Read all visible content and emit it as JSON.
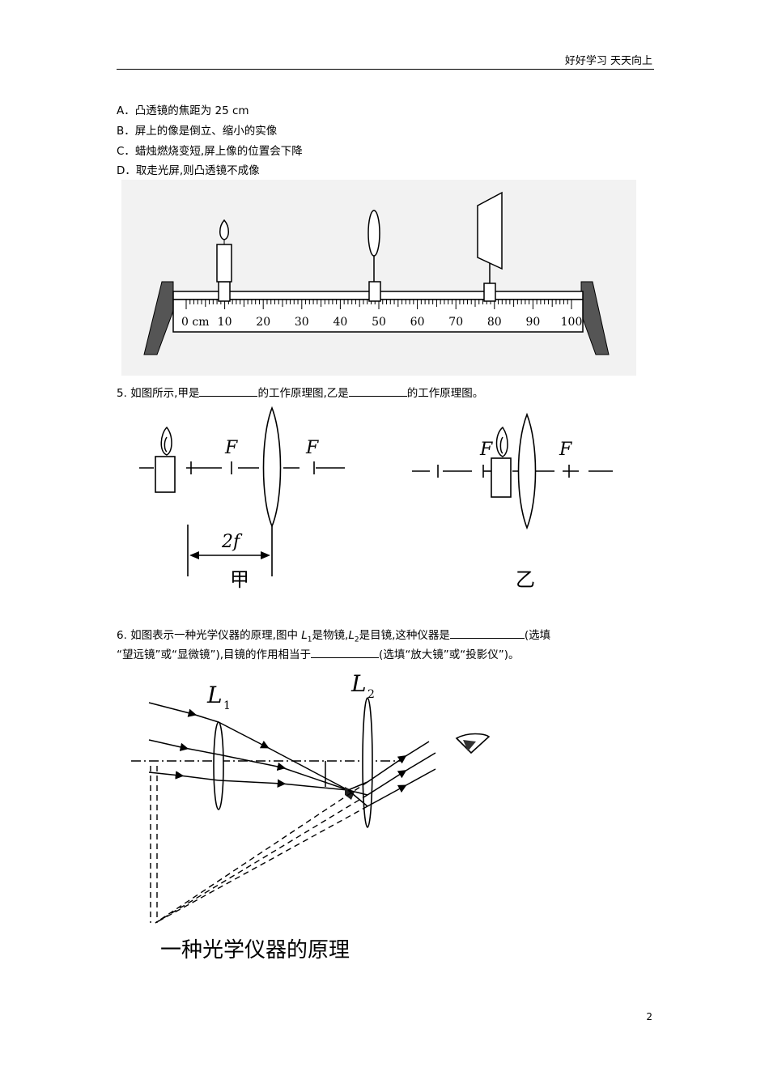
{
  "header": {
    "text": "好好学习 天天向上"
  },
  "q4_options": [
    "A．凸透镜的焦距为 25 cm",
    "B．屏上的像是倒立、缩小的实像",
    "C．蜡烛燃烧变短,屏上像的位置会下降",
    "D．取走光屏,则凸透镜不成像"
  ],
  "bench": {
    "zero_label": "0 cm",
    "ticks": [
      "10",
      "20",
      "30",
      "40",
      "50",
      "60",
      "70",
      "80",
      "90",
      "100"
    ]
  },
  "q5": {
    "prefix": "5. 如图所示,甲是",
    "middle": "的工作原理图,乙是",
    "suffix": "的工作原理图。",
    "fig_jia": {
      "focus_left": "F",
      "focus_right": "F",
      "distance": "2f",
      "caption": "甲"
    },
    "fig_yi": {
      "focus_left": "F",
      "focus_right": "F",
      "caption": "乙"
    }
  },
  "q6": {
    "line1_a": "6. 如图表示一种光学仪器的原理,图中",
    "l1_letter": "L",
    "l1_sub": "1",
    "line1_b": "是物镜,",
    "l2_letter": "L",
    "l2_sub": "2",
    "line1_c": "是目镜,这种仪器是",
    "line1_d": "(选填",
    "line2_a": "“望远镜”或“显微镜”),目镜的作用相当于",
    "line2_b": "(选填“放大镜”或“投影仪”)。",
    "fig": {
      "l1_label": "L",
      "l1_sub": "1",
      "l2_label": "L",
      "l2_sub": "2",
      "caption": "一种光学仪器的原理"
    }
  },
  "page_number": "2"
}
